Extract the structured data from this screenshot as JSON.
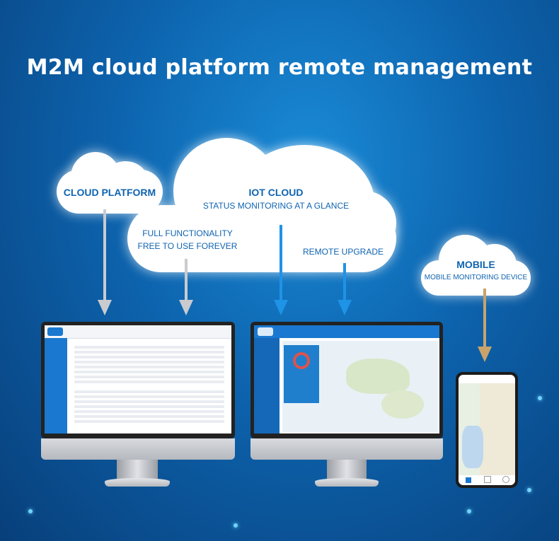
{
  "title": "M2M cloud platform remote management",
  "clouds": {
    "platform": {
      "label": "CLOUD PLATFORM"
    },
    "iot": {
      "label": "IOT CLOUD",
      "sub": "STATUS MONITORING AT A GLANCE"
    },
    "features": {
      "line1": "FULL FUNCTIONALITY",
      "line2": "FREE TO USE FOREVER",
      "upgrade": "REMOTE UPGRADE"
    },
    "mobile": {
      "label": "MOBILE",
      "sub": "MOBILE MONITORING DEVICE"
    }
  },
  "colors": {
    "arrow_gray": "#c9cbcf",
    "arrow_blue": "#1f93e6",
    "arrow_gold": "#c8a36b",
    "brand_blue": "#1a78d0"
  }
}
